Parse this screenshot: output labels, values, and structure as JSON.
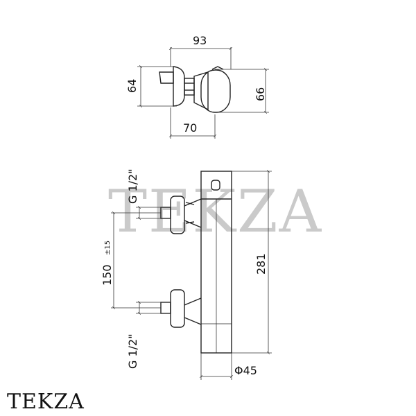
{
  "watermark": "TEKZA",
  "logo": "TEKZA",
  "top_view": {
    "width_label": "93",
    "left_height_label": "64",
    "right_height_label": "66",
    "depth_label": "70"
  },
  "front_view": {
    "thread_top_label": "G 1/2\"",
    "thread_bottom_label": "G 1/2\"",
    "center_distance_label": "150",
    "tolerance_label": "±15",
    "height_label": "281",
    "diameter_label": "Φ45"
  }
}
